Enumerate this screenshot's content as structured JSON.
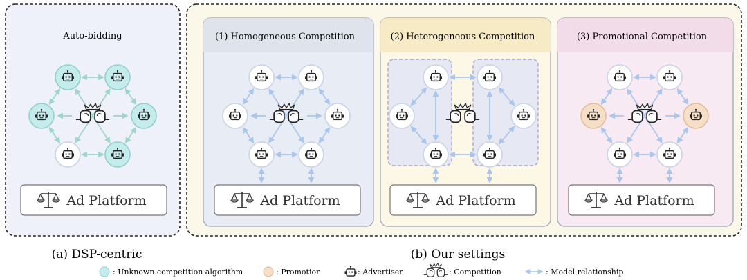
{
  "panel_a": {
    "title": "Auto-bidding",
    "platform_label": "Ad Platform",
    "caption": "(a) DSP-centric"
  },
  "panel_b": {
    "caption": "(b) Our settings",
    "subpanels": [
      {
        "title": "(1) Homogeneous Competition",
        "platform_label": "Ad Platform",
        "header_color": "#dfe4ec",
        "body_color": "#e8ecf4"
      },
      {
        "title": "(2) Heterogeneous Competition",
        "platform_label": "Ad Platform",
        "header_color": "#f6ebc4",
        "body_color": "#fdf8e6"
      },
      {
        "title": "(3) Promotional Competition",
        "platform_label": "Ad Platform",
        "header_color": "#f2dcea",
        "body_color": "#f7eaf2"
      }
    ]
  },
  "legend": {
    "unknown": ": Unknown competition algorithm",
    "promotion": ": Promotion",
    "advertiser": ": Advertiser",
    "competition": ": Competition",
    "relationship": ": Model relationship"
  },
  "colors": {
    "unknown_fill": "#c5ecec",
    "promotion_fill": "#f6dfc6",
    "advertiser_fill": "#ffffff",
    "edge": "#a9c6ec",
    "teal_edge": "#9fd6cc"
  },
  "icons": {
    "advertiser": "robot-icon",
    "competition": "boxing-clash-icon",
    "platform": "balance-scale-icon"
  }
}
